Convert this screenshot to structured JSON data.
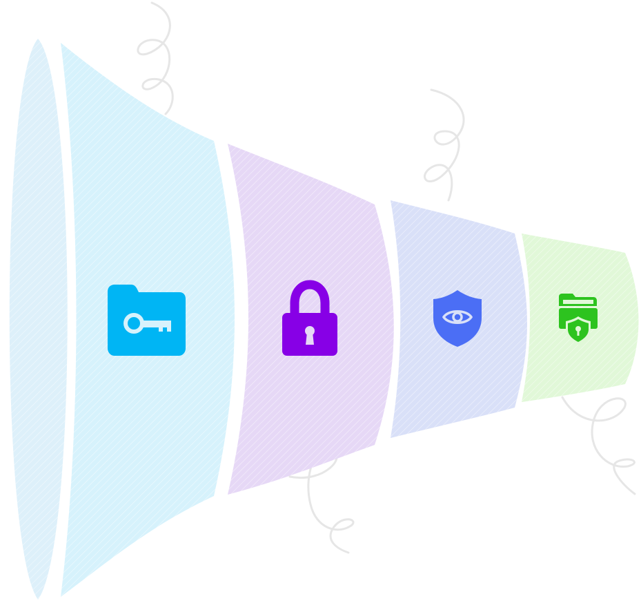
{
  "diagram": {
    "type": "funnel",
    "orientation": "horizontal",
    "direction": "narrowing-left-to-right",
    "rim": {
      "color": "#DDF0FA"
    },
    "stages": [
      {
        "id": "stage-1",
        "icon": "folder-key-icon",
        "icon_color": "#00B5F4",
        "fill": "#D6F2FC"
      },
      {
        "id": "stage-2",
        "icon": "padlock-icon",
        "icon_color": "#8700E6",
        "fill": "#E6D8F6"
      },
      {
        "id": "stage-3",
        "icon": "shield-eye-icon",
        "icon_color": "#4B6EF5",
        "fill": "#D9E0F8"
      },
      {
        "id": "stage-4",
        "icon": "secure-folder-lock-icon",
        "icon_color": "#2DC31F",
        "fill": "#E1F8D8"
      }
    ],
    "decorations": {
      "squiggle_color": "#E6E6E6",
      "hatch_color": "#FFFFFF"
    }
  }
}
